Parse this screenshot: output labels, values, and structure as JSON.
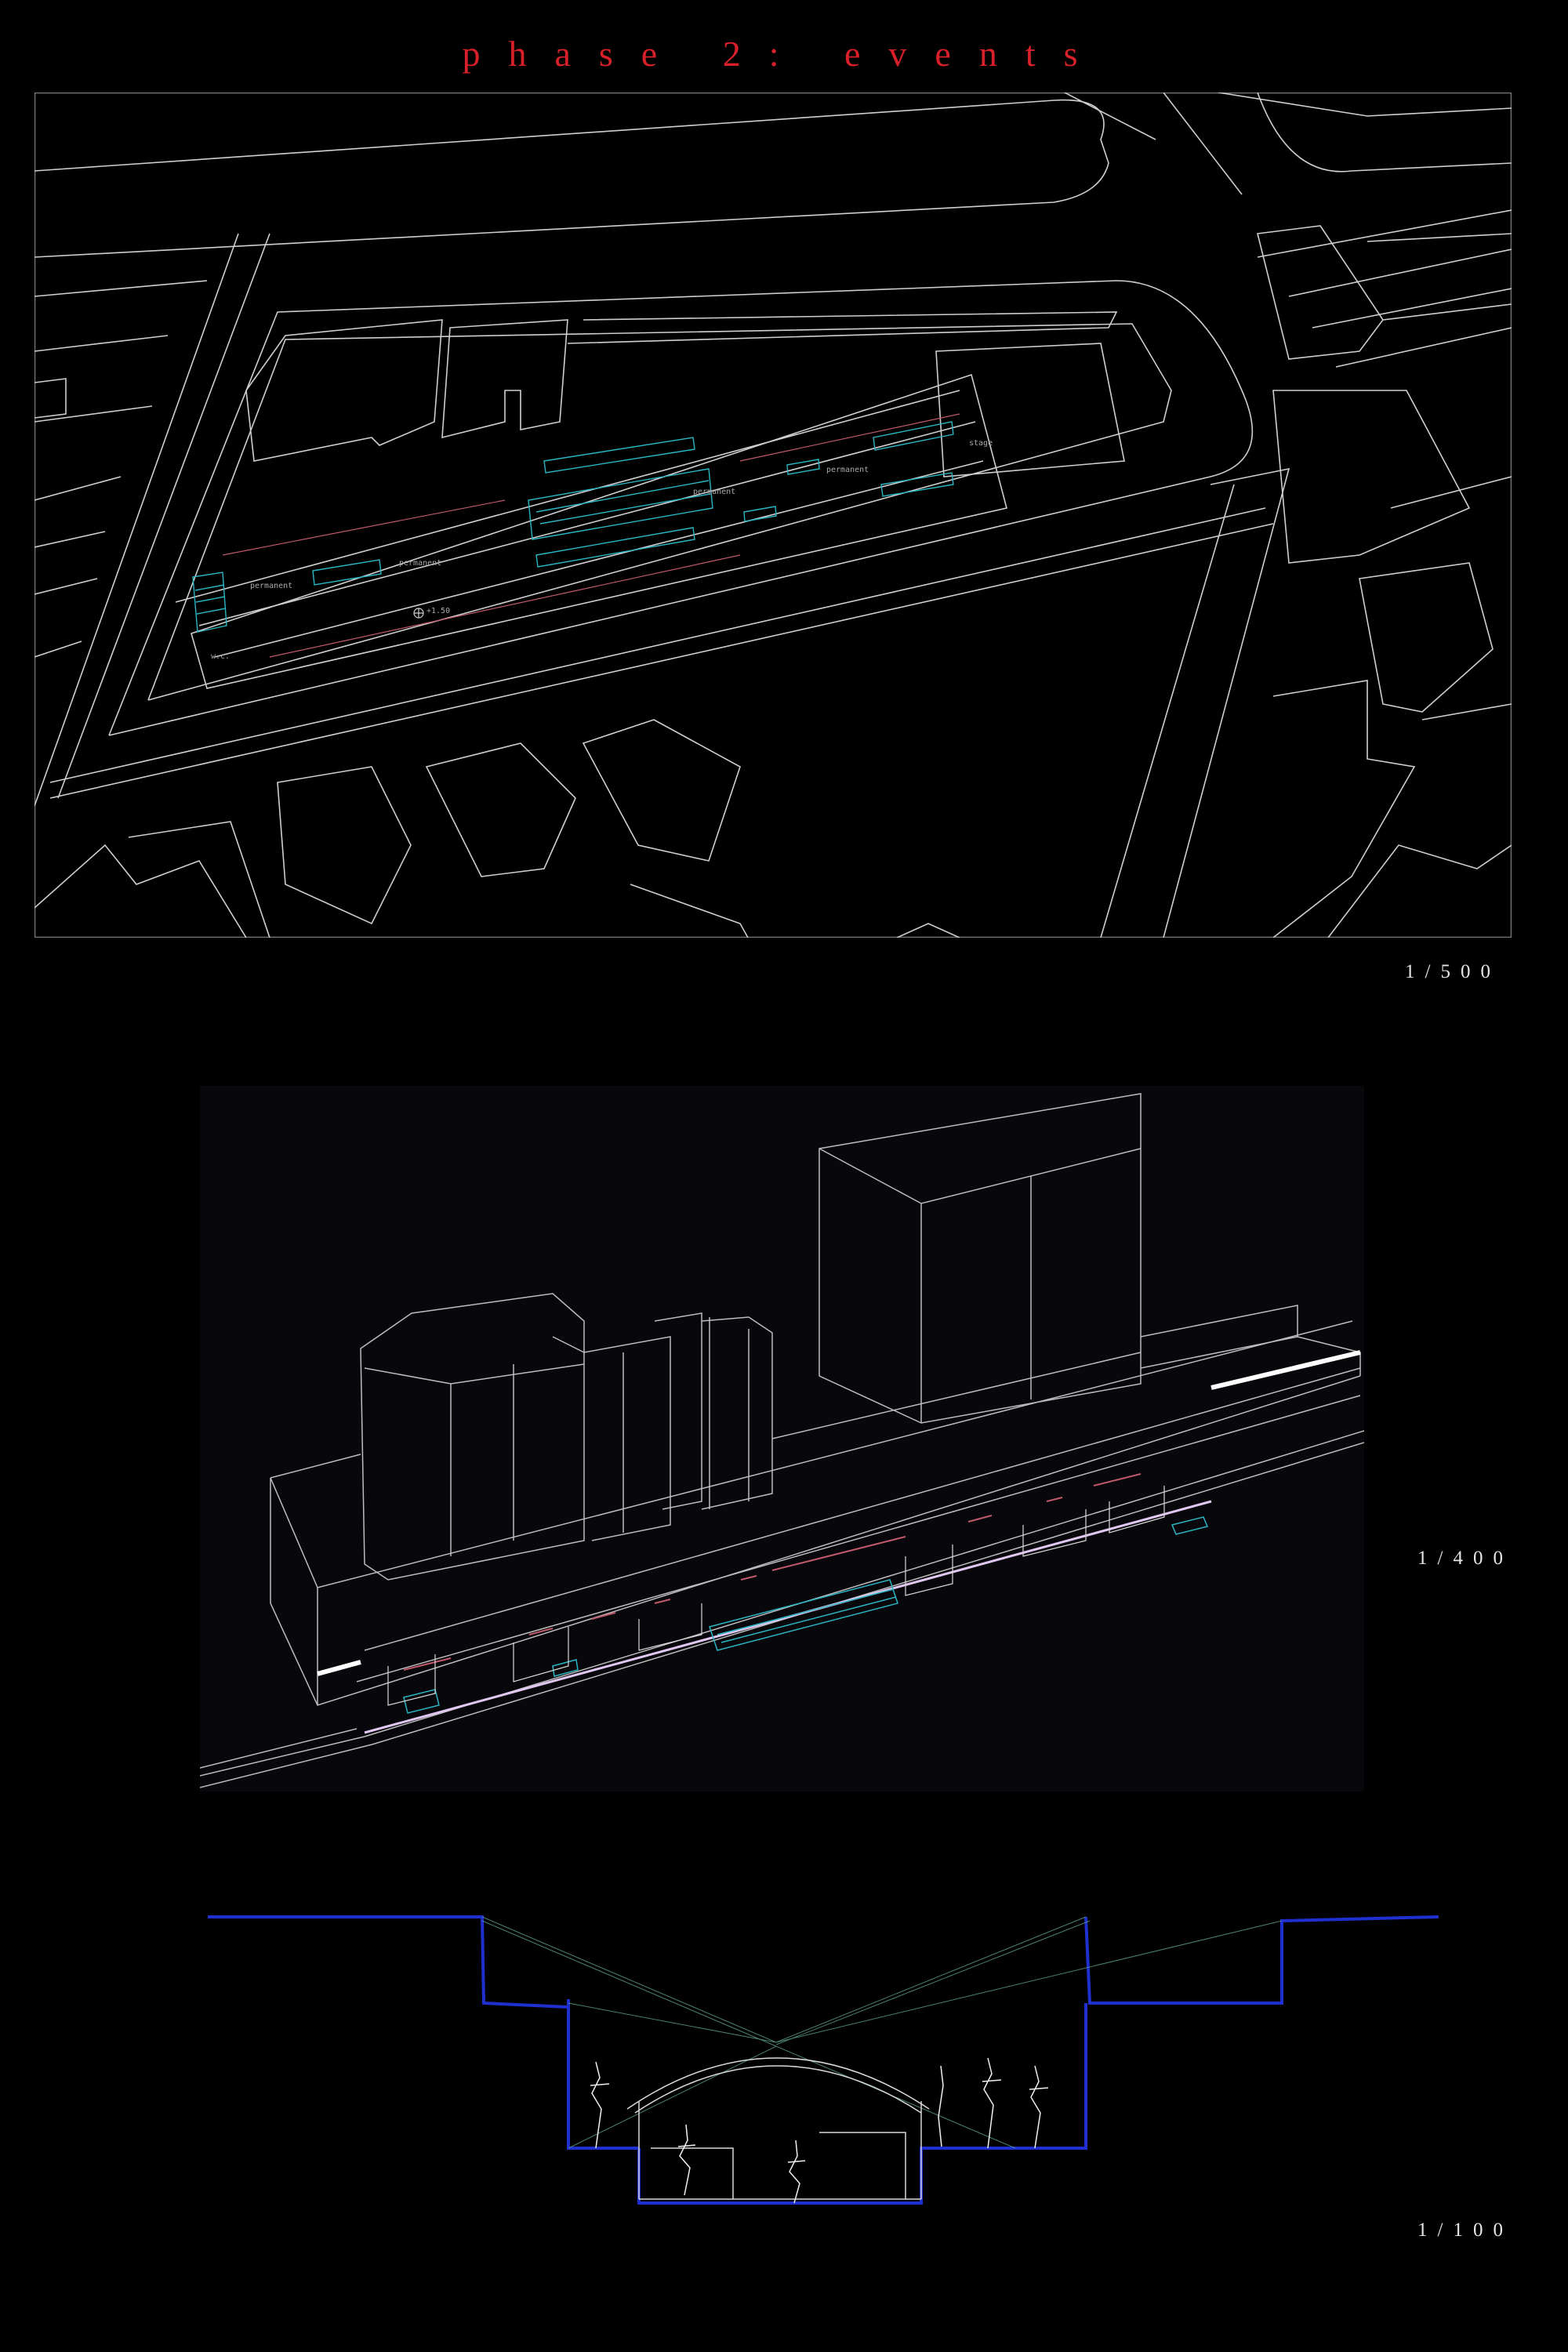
{
  "title": "phase 2: events",
  "plan": {
    "labels": {
      "permanent_1": "permanent",
      "permanent_2": "permanent",
      "permanent_3": "permanent",
      "permanent_4": "permanent",
      "stage": "stage",
      "wc": "w.c.",
      "level": "+1.50"
    }
  },
  "scales": {
    "plan": "1/500",
    "axonometric": "1/400",
    "section": "1/100"
  },
  "colors": {
    "title": "#d8202a",
    "linework": "#d9d9d9",
    "event_furniture": "#2bb6c4",
    "permanent_units": "#c05a6a",
    "section_structure": "#1f2fd0"
  }
}
